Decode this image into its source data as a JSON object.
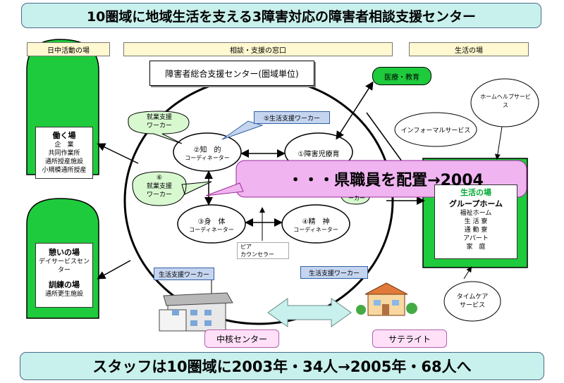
{
  "title": "10圏域に地域生活を支える3障害対応の障害者相談支援センター",
  "footer": "スタッフは10圏域に2003年・34人→2005年・68人へ",
  "sections": {
    "daytime": "日中活動の場",
    "consult": "相談・支援の窓口",
    "living": "生活の場"
  },
  "center_box": "障害者総合支援センター(圏域単位)",
  "medical": "医療・教育",
  "left_top": {
    "heading": "働く場",
    "items": [
      "企　業",
      "共同作業所",
      "通所授産施設",
      "小規模通所授産"
    ]
  },
  "left_bottom": {
    "heading1": "憩いの場",
    "items1": [
      "デイサービスセン",
      "ター"
    ],
    "heading2": "訓練の場",
    "items2": [
      "通所更生施設"
    ]
  },
  "right_box": {
    "heading1": "生活の場",
    "heading2": "グループホーム",
    "items": [
      "福祉ホーム",
      "生 活 寮",
      "通 勤 寮",
      "アパート",
      "家　庭"
    ]
  },
  "nodes": {
    "intellectual_num": "②知　的",
    "intellectual_sub": "コーディネーター",
    "child_num": "①障害児療育",
    "physical_num": "③身　体",
    "physical_sub": "コーディネーター",
    "mental_num": "④精　神",
    "mental_sub": "コーディネーター"
  },
  "bubbles": {
    "employment1_l1": "就業支援",
    "employment1_l2": "ワーカー",
    "employment2_l0": "⑥",
    "employment2_l1": "就業支援",
    "employment2_l2": "ワーカー",
    "home_help_l1": "ホームヘルプサービ",
    "home_help_l2": "ス",
    "informal": "インフォーマルサービス",
    "timecare_l1": "タイムケア",
    "timecare_l2": "サービス",
    "worker_fragment": "ーカー"
  },
  "tags": {
    "life_support_5": "⑤生活支援ワーカー",
    "life_support_left": "生活支援ワーカー",
    "life_support_right": "生活支援ワーカー"
  },
  "peer_l1": "ピア",
  "peer_l2": "カウンセラー",
  "banner": "・・・県職員を配置→2004",
  "core_center": "中核センター",
  "satellite": "サテライト",
  "colors": {
    "title_bg": "#c8f0ec",
    "green": "#1ecb3c",
    "banner_bg": "#f0b4f0",
    "pill_bg": "#ffe0f8"
  }
}
